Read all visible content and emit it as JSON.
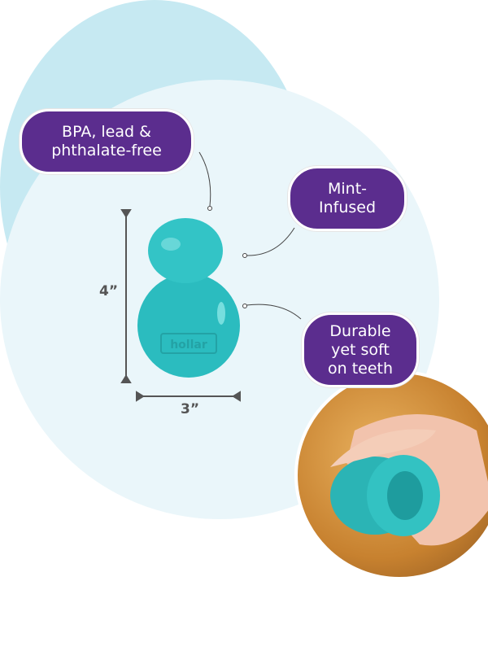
{
  "callouts": {
    "bpa": [
      "BPA, lead &",
      "phthalate-free"
    ],
    "mint": [
      "Mint-",
      "Infused"
    ],
    "durable": [
      "Durable",
      "yet soft",
      "on teeth"
    ]
  },
  "dimensions": {
    "height": "4”",
    "width": "3”"
  },
  "colors": {
    "purple": "#5b2d8e",
    "teal": "#2bbcbf",
    "circle_outer": "#eaf6fa",
    "circle_inner": "#c6e9f2"
  }
}
